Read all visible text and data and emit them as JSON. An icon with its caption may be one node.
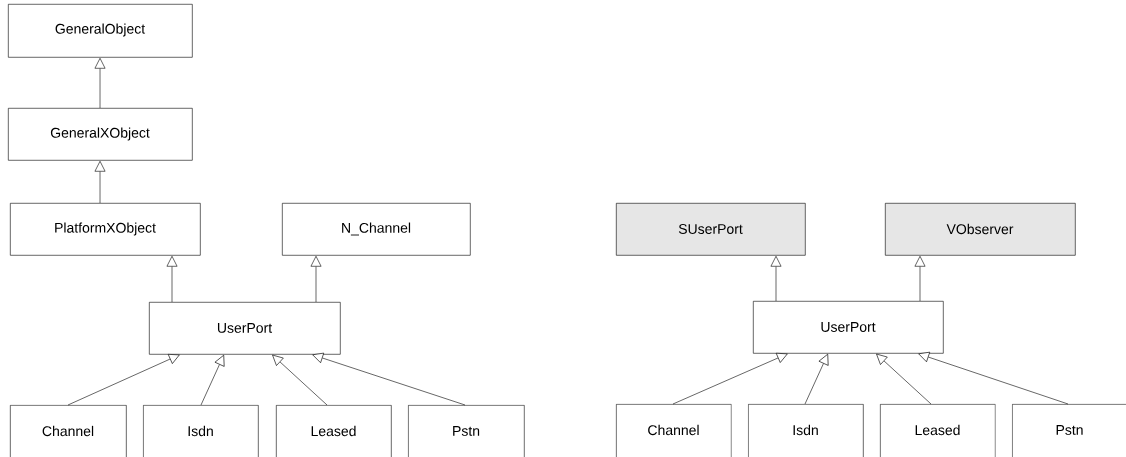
{
  "diagram": {
    "nodes": [
      {
        "text": [
          "GeneralObject"
        ]
      },
      {
        "text": [
          "GeneralXObject"
        ]
      },
      {
        "text": [
          "PlatformXObject"
        ]
      },
      {
        "text": [
          "N_Channel"
        ]
      },
      {
        "text": [
          "UserPort"
        ]
      },
      {
        "text": [
          "Channel"
        ]
      },
      {
        "text": [
          "Isdn"
        ]
      },
      {
        "text": [
          "Leased"
        ]
      },
      {
        "text": [
          "Pstn"
        ]
      },
      {
        "text": [
          "SUserPort"
        ]
      },
      {
        "text": [
          "VObserver"
        ]
      },
      {
        "text": [
          "UserPort"
        ]
      },
      {
        "text": [
          "Channel"
        ]
      },
      {
        "text": [
          "Isdn"
        ]
      },
      {
        "text": [
          "Leased"
        ]
      },
      {
        "text": [
          "Pstn"
        ]
      }
    ],
    "edges": [
      {
        "from": 1,
        "to": 0,
        "arrow": "to"
      },
      {
        "from": 2,
        "to": 1,
        "arrow": "to"
      },
      {
        "from": 4,
        "to": 2,
        "arrow": "to"
      },
      {
        "from": 4,
        "to": 3,
        "arrow": "to"
      },
      {
        "from": 5,
        "to": 4,
        "arrow": "to"
      },
      {
        "from": 6,
        "to": 4,
        "arrow": "to"
      },
      {
        "from": 7,
        "to": 4,
        "arrow": "to"
      },
      {
        "from": 8,
        "to": 4,
        "arrow": "to"
      },
      {
        "from": 11,
        "to": 9,
        "arrow": "to"
      },
      {
        "from": 11,
        "to": 10,
        "arrow": "to"
      },
      {
        "from": 12,
        "to": 11,
        "arrow": "to"
      },
      {
        "from": 13,
        "to": 11,
        "arrow": "to"
      },
      {
        "from": 14,
        "to": 11,
        "arrow": "to"
      },
      {
        "from": 15,
        "to": 11,
        "arrow": "to"
      }
    ]
  }
}
